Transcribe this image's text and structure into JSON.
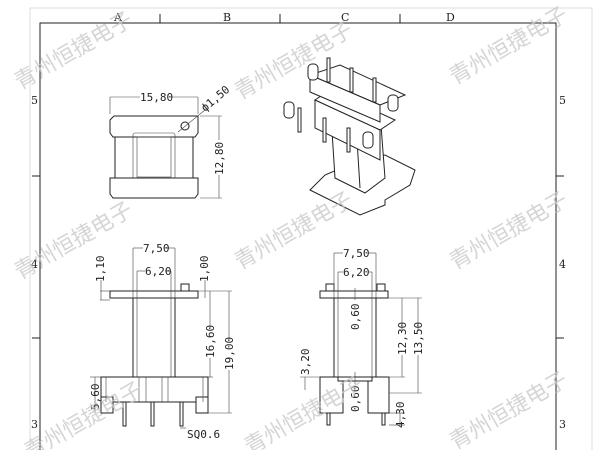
{
  "frame": {
    "columns": [
      "A",
      "B",
      "C",
      "D"
    ],
    "rows": [
      "5",
      "4",
      "3"
    ]
  },
  "watermark": "青州恒捷电子",
  "top_view": {
    "width": "15,80",
    "height": "12,80",
    "hole": "ϕ1,50"
  },
  "front_view": {
    "outer_width": "7,50",
    "inner_width": "6,20",
    "flange_left": "1,10",
    "flange_right": "1,00",
    "core_height": "16,60",
    "total_height": "19,00",
    "base_height": "5,60",
    "pin": "SQ0.6"
  },
  "side_view": {
    "outer_width": "7,50",
    "inner_width": "6,20",
    "wall_top": "0,60",
    "wall_bottom": "0,60",
    "core_height": "12,30",
    "total_height": "13,50",
    "base_height": "3,20",
    "pin_length": "4,30"
  }
}
